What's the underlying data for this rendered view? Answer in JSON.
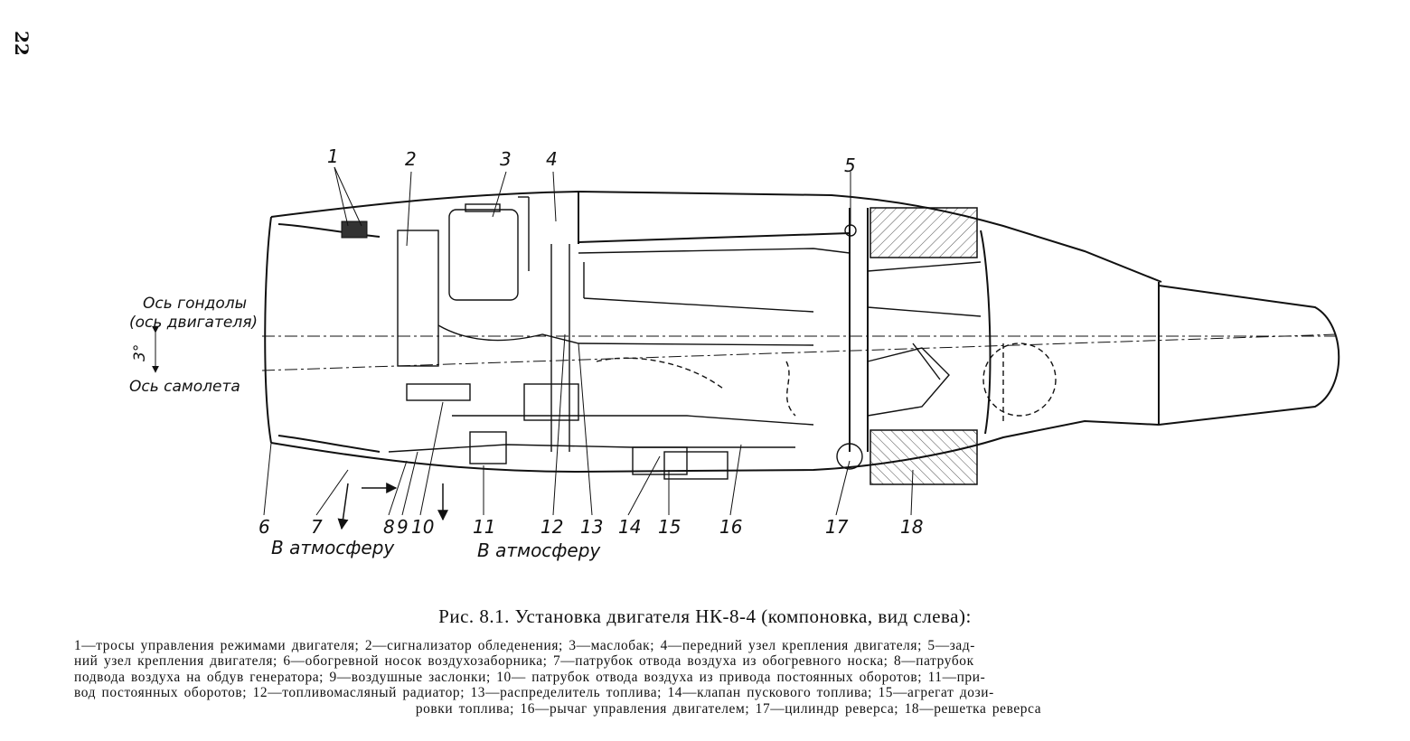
{
  "page_number": "22",
  "labels": {
    "n1": "1",
    "n2": "2",
    "n3": "3",
    "n4": "4",
    "n5": "5",
    "n6": "6",
    "n7": "7",
    "n8": "8",
    "n9": "9",
    "n10": "10",
    "n11": "11",
    "n12": "12",
    "n13": "13",
    "n14": "14",
    "n15": "15",
    "n16": "16",
    "n17": "17",
    "n18": "18"
  },
  "axis_text": {
    "nacelle_axis_line1": "Ось гондолы",
    "nacelle_axis_line2": "(ось двигателя)",
    "angle": "3°",
    "aircraft_axis": "Ось самолета"
  },
  "atmosphere": {
    "left": "В атмосферу",
    "right": "В атмосферу"
  },
  "caption": {
    "title": "Рис. 8.1. Установка двигателя НК-8-4 (компоновка, вид слева):",
    "legend_line1": "1—тросы управления режимами двигателя; 2—сигнализатор обледенения; 3—маслобак; 4—передний узел крепления двигателя; 5—зад-",
    "legend_line2": "ний узел крепления двигателя; 6—обогревной носок воздухозаборника; 7—патрубок отвода воздуха из обогревного носка; 8—патрубок",
    "legend_line3": "подвода воздуха на обдув генератора; 9—воздушные заслонки; 10— патрубок отвода воздуха из привода постоянных оборотов; 11—при-",
    "legend_line4": "вод постоянных оборотов; 12—топливомасляный радиатор; 13—распределитель топлива; 14—клапан пускового топлива; 15—агрегат дози-",
    "legend_line5": "ровки топлива; 16—рычаг управления двигателем; 17—цилиндр реверса; 18—решетка реверса"
  }
}
